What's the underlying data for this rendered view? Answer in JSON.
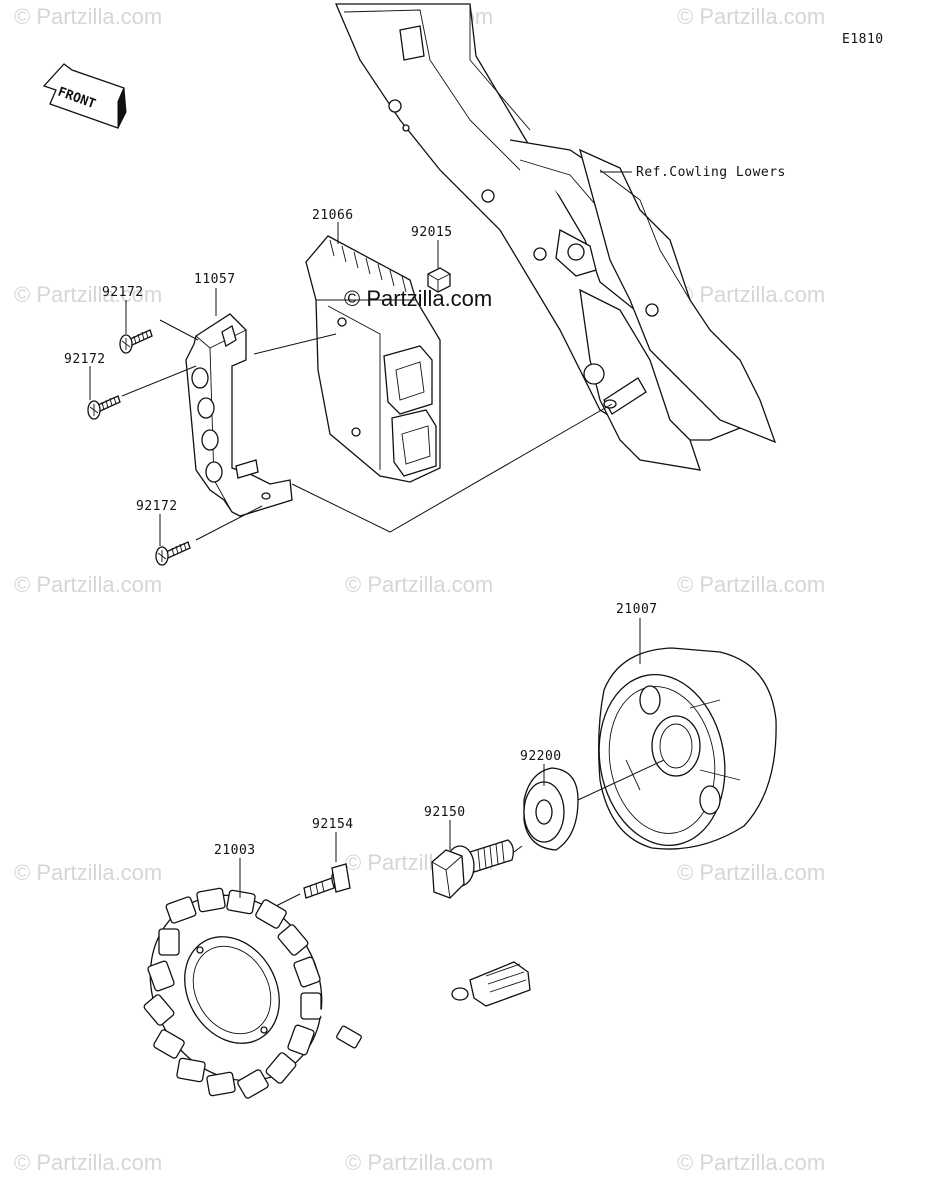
{
  "diagram_code": "E1810",
  "front_label": "FRONT",
  "reference_note": "Ref.Cowling Lowers",
  "watermark": "© Partzilla.com",
  "center_watermark": "© Partzilla.com",
  "part_numbers": {
    "regulator": "21066",
    "nut": "92015",
    "bracket": "11057",
    "bolt_upper": "92172",
    "bolt_middle": "92172",
    "bolt_lower": "92172",
    "rotor": "21007",
    "washer": "92200",
    "flange_bolt": "92150",
    "stator_bolt": "92154",
    "stator": "21003"
  }
}
